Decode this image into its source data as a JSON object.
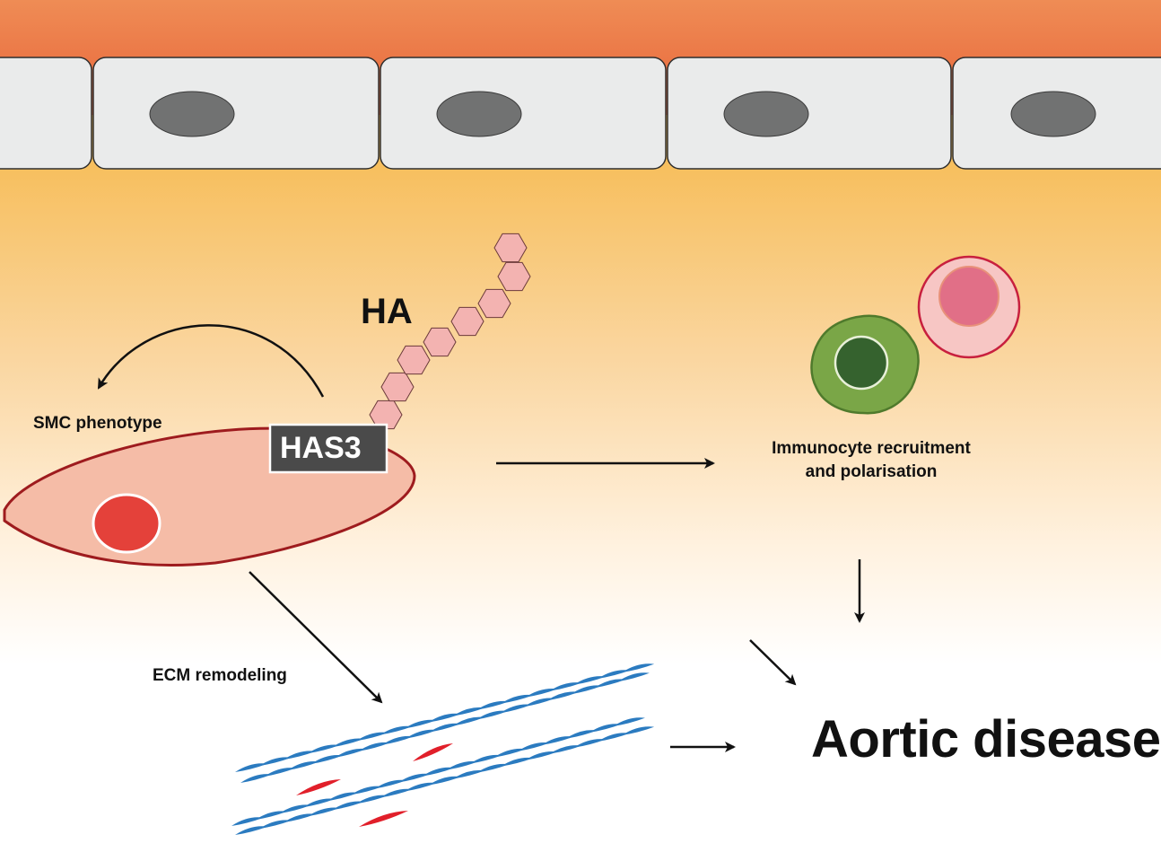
{
  "labels": {
    "ha": "HA",
    "has3": "HAS3",
    "smc_phenotype": "SMC phenotype",
    "immunocyte_line1": "Immunocyte recruitment",
    "immunocyte_line2": "and polarisation",
    "ecm_remodeling": "ECM remodeling",
    "aortic_disease": "Aortic disease"
  },
  "colors": {
    "lumen_top": "#ef8c55",
    "lumen_bottom": "#e8653a",
    "endothelial_cell_fill": "#eaebeb",
    "endothelial_cell_stroke": "#2e2e2e",
    "nucleus_gray": "#717272",
    "wall_gradient_top": "#f6b84a",
    "wall_gradient_bottom": "#ffffff",
    "smc_fill": "#f5bca7",
    "smc_stroke": "#9e1b1e",
    "smc_nucleus": "#e4413a",
    "ha_hexagon_fill": "#f3b3b1",
    "ha_hexagon_stroke": "#6b3a3a",
    "has3_box": "#4a4a4a",
    "macrophage_fill": "#7aa647",
    "macrophage_stroke": "#4f7a2c",
    "macrophage_nucleus": "#35622e",
    "lymphocyte_fill": "#f7c6c4",
    "lymphocyte_stroke": "#c8203e",
    "lymphocyte_nucleus": "#e16f87",
    "fiber_blue": "#2b7bc0",
    "fiber_red": "#e11f2a",
    "arrow": "#111111"
  },
  "icons": {
    "endothelium": "endothelial-cell-icon",
    "smc": "smooth-muscle-cell-icon",
    "ha_chain": "hyaluronan-chain-icon",
    "macrophage": "macrophage-icon",
    "lymphocyte": "lymphocyte-icon",
    "ecm": "ecm-fiber-icon"
  }
}
